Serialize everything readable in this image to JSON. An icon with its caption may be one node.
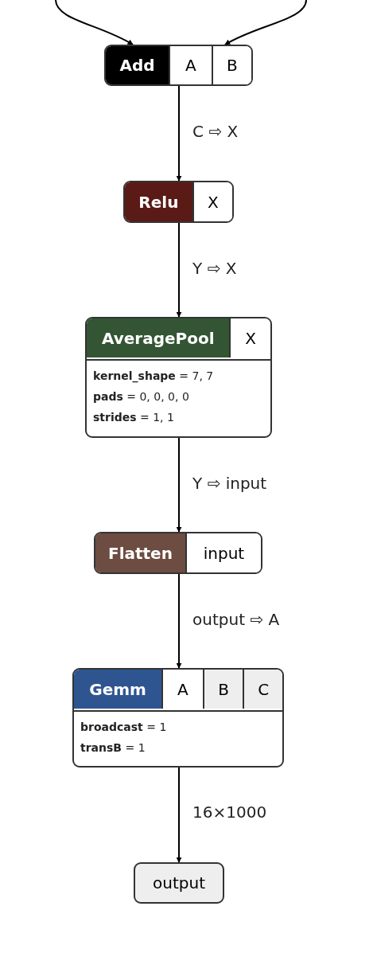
{
  "diagram": {
    "nodes": [
      {
        "text": [
          "Add",
          "A",
          "B"
        ]
      },
      {
        "text": [
          "Relu",
          "X"
        ]
      },
      {
        "text": [
          "AveragePool",
          "X"
        ]
      },
      {
        "text": [
          "**kernel_shape** = 7, 7",
          "**pads** = 0, 0, 0, 0",
          "**strides** = 1, 1"
        ],
        "in": 2
      },
      {
        "text": [
          "Flatten",
          "input"
        ]
      },
      {
        "text": [
          "Gemm",
          "A",
          "B",
          "C"
        ]
      },
      {
        "text": [
          "**broadcast** = 1",
          "**transB** = 1"
        ],
        "in": 5
      },
      {
        "text": [
          "output"
        ]
      }
    ],
    "edges": [
      {
        "from": null,
        "to": 0,
        "arrow": "to"
      },
      {
        "from": null,
        "to": 0,
        "arrow": "to"
      },
      {
        "from": 0,
        "to": 1,
        "arrow": "to",
        "label": "C ⇨ X"
      },
      {
        "from": 1,
        "to": 2,
        "arrow": "to",
        "label": "Y ⇨ X"
      },
      {
        "from": 2,
        "to": 4,
        "arrow": "to",
        "label": "Y ⇨ input"
      },
      {
        "from": 4,
        "to": 5,
        "arrow": "to",
        "label": "output ⇨ A"
      },
      {
        "from": 5,
        "to": 7,
        "arrow": "to",
        "label": "16×1000"
      }
    ]
  }
}
